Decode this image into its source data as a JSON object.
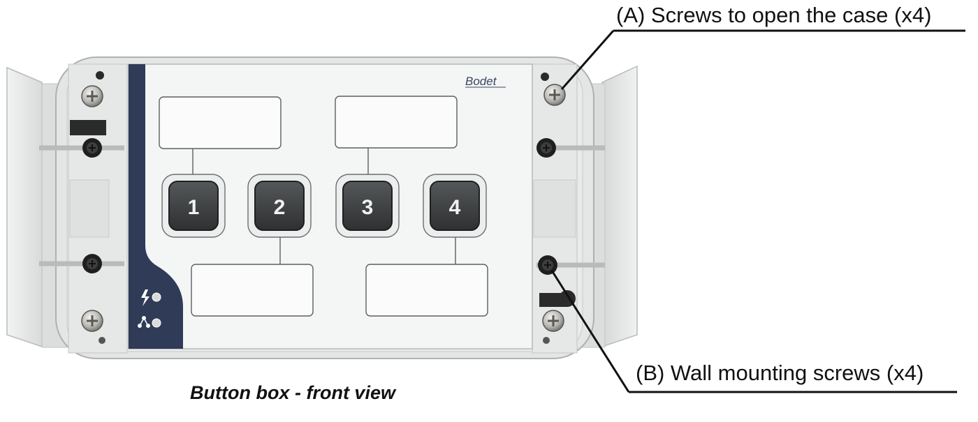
{
  "callouts": {
    "screws_case": "(A) Screws to open the case (x4)",
    "wall_screws": "(B) Wall mounting screws (x4)"
  },
  "caption": "Button box - front view",
  "device": {
    "brand": "Bodet",
    "buttons": [
      "1",
      "2",
      "3",
      "4"
    ],
    "indicators": [
      "power-icon",
      "network-icon"
    ],
    "colors": {
      "case": "#e4e5e5",
      "faceplate": "#f4f5f5",
      "side_strip": "#2f3b57",
      "button": "#3b3d3e"
    }
  }
}
